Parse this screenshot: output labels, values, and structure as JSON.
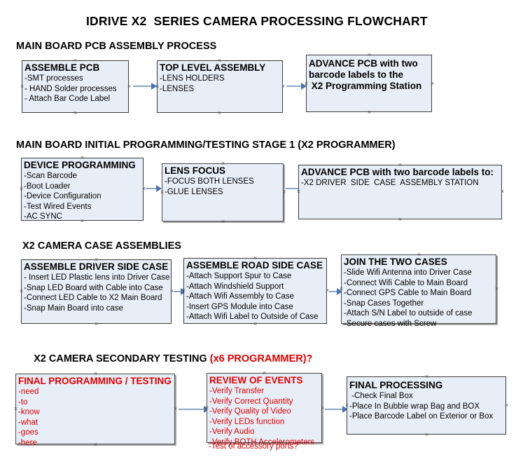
{
  "document": {
    "title": "IDRIVE X2  SERIES CAMERA PROCESSING FLOWCHART"
  },
  "colors": {
    "box_fill": "#e8eef8",
    "box_border": "#3a3a3a",
    "arrow_shaft": "#8ba6c4",
    "arrow_head": "#4a74b0",
    "text": "#000000",
    "accent_red": "#e00000"
  },
  "sections": [
    {
      "id": "main-board-pcb-assembly",
      "heading": "MAIN BOARD PCB ASSEMBLY PROCESS",
      "heading_accent": "",
      "nodes": [
        {
          "id": "assemble-pcb",
          "head": "ASSEMBLE PCB",
          "lines": [
            "-SMT processes",
            "- HAND Solder processes",
            "- Attach Bar Code Label"
          ]
        },
        {
          "id": "top-level-assembly",
          "head": "TOP LEVEL ASSEMBLY",
          "lines": [
            "-LENS HOLDERS",
            "-LENSES"
          ]
        },
        {
          "id": "advance-pcb-to-x2-station",
          "head": "ADVANCE PCB with two",
          "lines": [
            "barcode labels to the",
            " X2 Programming Station"
          ]
        }
      ]
    },
    {
      "id": "main-board-initial-programming",
      "heading": "MAIN BOARD INITIAL PROGRAMMING/TESTING STAGE 1 (X2 PROGRAMMER)",
      "heading_accent": "",
      "nodes": [
        {
          "id": "device-programming",
          "head": "DEVICE PROGRAMMING",
          "lines": [
            "-Scan Barcode",
            "-Boot Loader",
            "-Device Configuration",
            "-Test Wired Events",
            "-AC SYNC"
          ]
        },
        {
          "id": "lens-focus",
          "head": "LENS FOCUS",
          "lines": [
            "-FOCUS BOTH LENSES",
            "-GLUE LENSES"
          ]
        },
        {
          "id": "advance-pcb-to-driver-side",
          "head": "ADVANCE PCB with two barcode labels to:",
          "lines": [
            "-X2 DRIVER  SIDE  CASE  ASSEMBLY STATION"
          ]
        }
      ]
    },
    {
      "id": "x2-camera-case-assemblies",
      "heading": "X2 CAMERA CASE ASSEMBLIES",
      "heading_accent": "",
      "nodes": [
        {
          "id": "assemble-driver-side-case",
          "head": "ASSEMBLE DRIVER SIDE CASE",
          "lines": [
            "- Insert LED Plastic lens into Driver Case",
            "-Snap LED Board with Cable into Case",
            "-Connect LED Cable to X2 Main Board",
            "-Snap Main Board into case"
          ]
        },
        {
          "id": "assemble-road-side-case",
          "head": "ASSEMBLE ROAD SIDE CASE",
          "lines": [
            "-Attach Support Spur to Case",
            "-Attach Windshield Support",
            "-Attach Wifi Assembly to Case",
            "-Insert GPS Module into Case",
            "-Attach Wifi Label to Outside of Case"
          ]
        },
        {
          "id": "join-the-two-cases",
          "head": "JOIN THE TWO CASES",
          "lines": [
            "-Slide Wifi Antenna into Driver Case",
            "-Connect Wifi Cable to Main Board",
            "-Connect GPS Cable to Main Board",
            "-Snap Cases Together",
            "-Attach S/N Label to outside of case",
            "-Secure cases with Screw"
          ]
        }
      ]
    },
    {
      "id": "x2-camera-secondary-testing",
      "heading": "X2 CAMERA SECONDARY TESTING ",
      "heading_accent": "(x6 PROGRAMMER)?",
      "nodes": [
        {
          "id": "final-programming-testing",
          "head": "FINAL PROGRAMMING / TESTING",
          "lines": [
            "-need",
            "-to",
            "-know",
            "-what",
            "-goes",
            "-here"
          ]
        },
        {
          "id": "review-of-events",
          "head": "REVIEW OF EVENTS",
          "lines": [
            "-Verify Transfer",
            "-Verify Correct Quantity",
            "-Verify Quality of Video",
            "-Verify LEDs function",
            "-Verify Audio",
            "-Verify BOTH Accelerometers"
          ],
          "overflow_line": "-Test of accessory ports?"
        },
        {
          "id": "final-processing",
          "head": "FINAL PROCESSING",
          "lines": [
            " -Check Final Box",
            "-Place In Bubble wrap Bag and BOX",
            "-Place Barcode Label on Exterior or Box"
          ]
        }
      ]
    }
  ]
}
